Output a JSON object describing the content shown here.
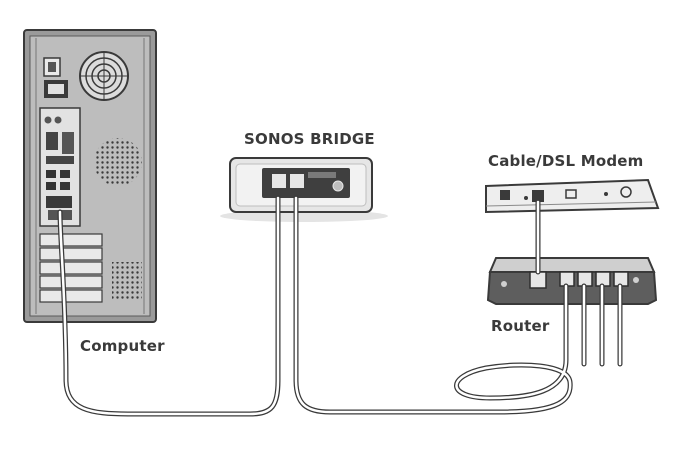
{
  "labels": {
    "bridge": "SONOS BRIDGE",
    "modem": "Cable/DSL Modem",
    "router": "Router",
    "computer": "Computer"
  },
  "colors": {
    "stroke": "#3a3a3a",
    "tower_body": "#9a9a9a",
    "tower_panel": "#cfcfcf",
    "device_light": "#e6e6e6",
    "router_top": "#cfcfcf",
    "router_face": "#5e5e5e"
  }
}
